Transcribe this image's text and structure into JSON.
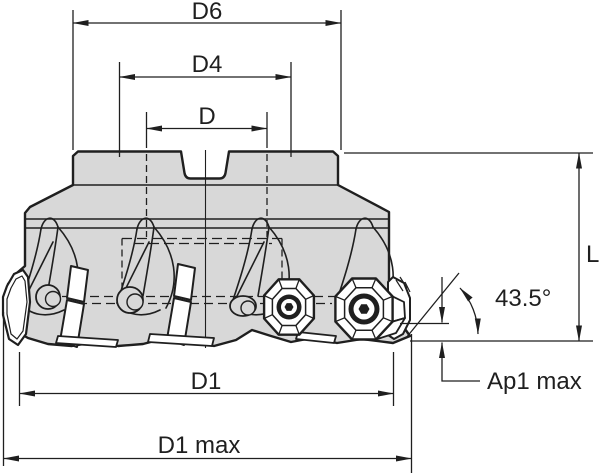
{
  "drawing": {
    "labels": {
      "d6": "D6",
      "d4": "D4",
      "d": "D",
      "l": "L",
      "angle": "43.5°",
      "ap1_max": "Ap1 max",
      "d1": "D1",
      "d1_max": "D1 max"
    },
    "colors": {
      "line": "#1f1f1f",
      "body_fill": "#d8d8d8",
      "background": "#ffffff"
    }
  }
}
